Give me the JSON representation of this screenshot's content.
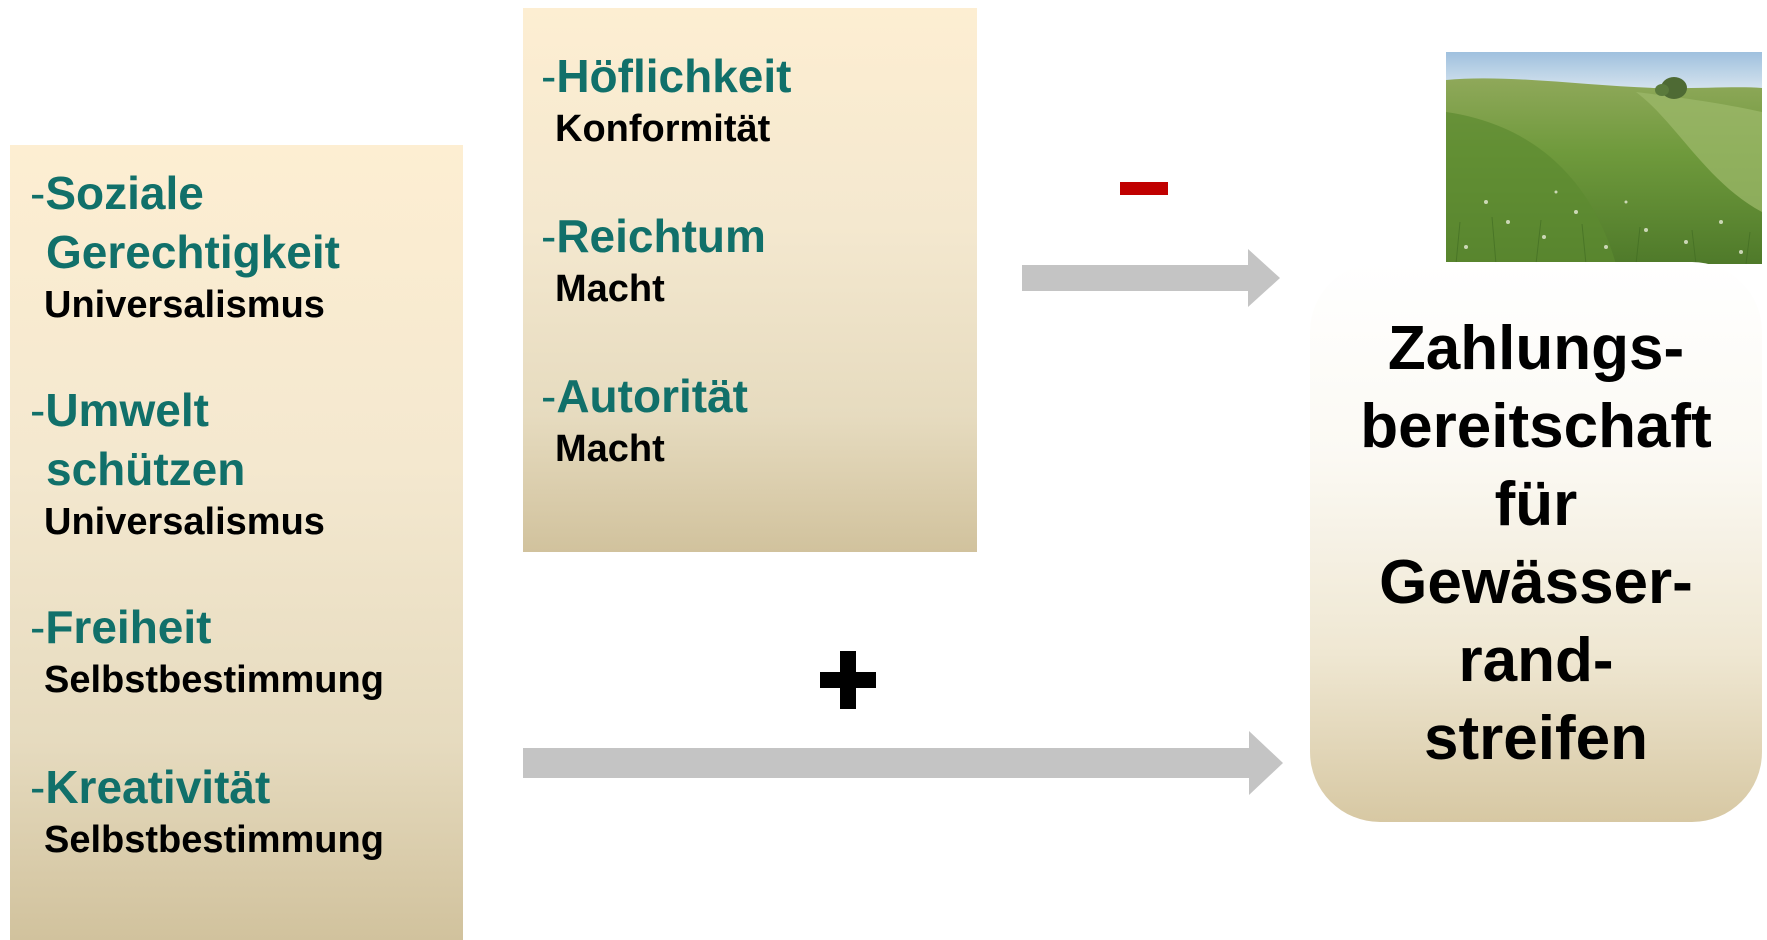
{
  "left_values": [
    {
      "dash": "-",
      "lines": [
        "Soziale",
        "Gerechtigkeit"
      ],
      "category": "Universalismus"
    },
    {
      "dash": "-",
      "lines": [
        "Umwelt",
        "schützen"
      ],
      "category": "Universalismus"
    },
    {
      "dash": "-",
      "lines": [
        "Freiheit"
      ],
      "category": "Selbstbestimmung"
    },
    {
      "dash": "-",
      "lines": [
        "Kreativität"
      ],
      "category": "Selbstbestimmung"
    }
  ],
  "mid_values": [
    {
      "dash": "-",
      "value": "Höflichkeit",
      "category": "Konformität"
    },
    {
      "dash": "-",
      "value": "Reichtum",
      "category": "Macht"
    },
    {
      "dash": "-",
      "value": "Autorität",
      "category": "Macht"
    }
  ],
  "target_label": "Zahlungs-\nbereitschaft\nfür\nGewässer-\nrand-\nstreifen",
  "effects": {
    "negative": "minus",
    "positive": "plus"
  },
  "colors": {
    "value_text": "#11706a",
    "category_text": "#000000",
    "arrow": "#c4c4c4",
    "minus": "#c00000",
    "plus": "#000000"
  }
}
